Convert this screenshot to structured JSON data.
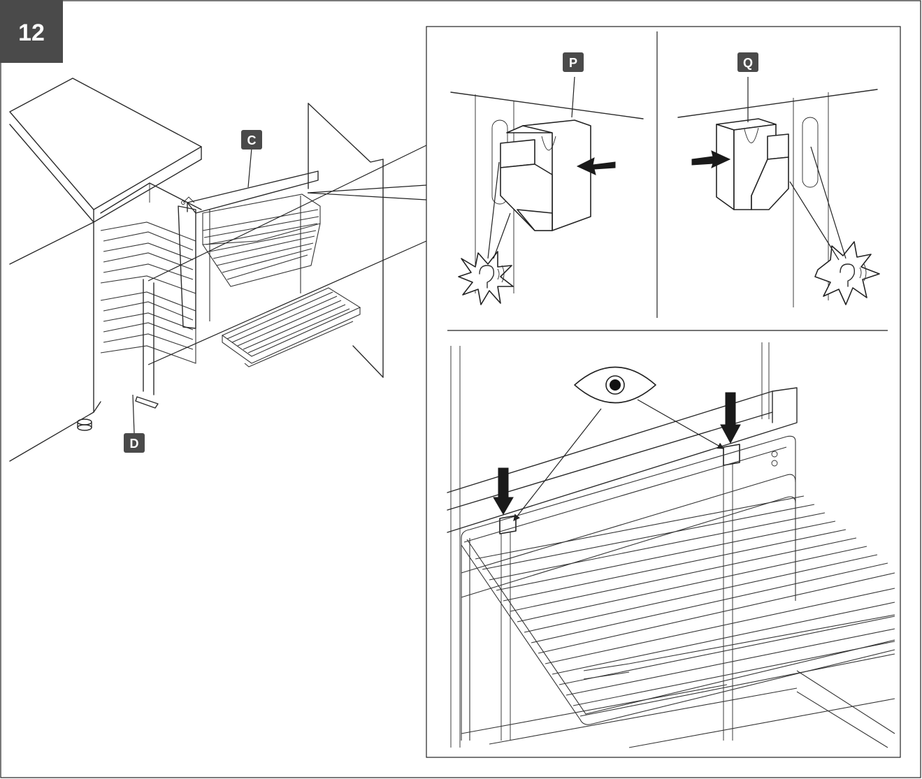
{
  "step": {
    "number": "12"
  },
  "labels": {
    "c": "C",
    "d": "D",
    "p": "P",
    "q": "Q"
  },
  "colors": {
    "badge": "#4a4a4a",
    "line": "#222222",
    "arrow": "#1a1a1a",
    "background": "#ffffff"
  },
  "icons": [
    "ear-click-icon",
    "ear-click-icon",
    "eye-icon",
    "push-arrow-icon",
    "down-arrow-icon"
  ]
}
